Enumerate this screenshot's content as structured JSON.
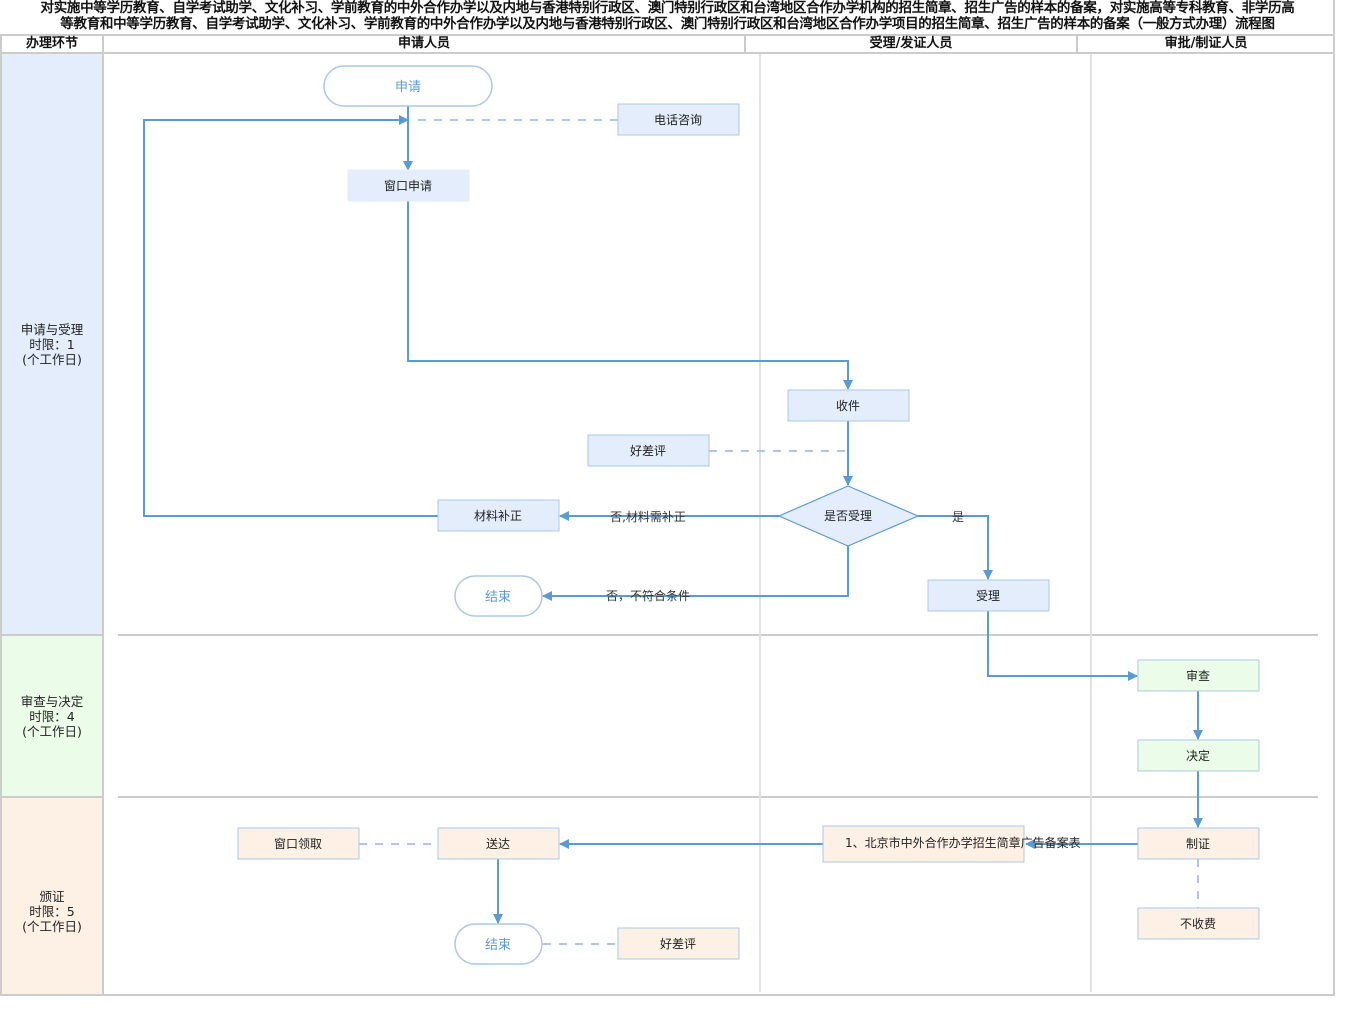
{
  "title": {
    "line1": "对实施中等学历教育、自学考试助学、文化补习、学前教育的中外合作办学以及内地与香港特别行政区、澳门特别行政区和台湾地区合作办学机构的招生简章、招生广告的样本的备案，对实施高等专科教育、非学历高",
    "line2": "等教育和中等学历教育、自学考试助学、文化补习、学前教育的中外合作办学以及内地与香港特别行政区、澳门特别行政区和台湾地区合作办学项目的招生简章、招生广告的样本的备案（一般方式办理）流程图"
  },
  "columns": {
    "stage": "办理环节",
    "applicant": "申请人员",
    "acceptor": "受理/发证人员",
    "approver": "审批/制证人员"
  },
  "lanes": [
    {
      "label": "申请与受理\n时限：1\n(个工作日)",
      "color": "#e3edfc"
    },
    {
      "label": "审查与决定\n时限：4\n(个工作日)",
      "color": "#ebfce8"
    },
    {
      "label": "颁证\n时限：5\n(个工作日)",
      "color": "#fdf1e6"
    }
  ],
  "colors": {
    "line": "#5b9bd5",
    "node_border": "#a9c8ea",
    "grid": "#cccccc"
  },
  "nodes": {
    "start": "申请",
    "phone_consult": "电话咨询",
    "window_apply": "窗口申请",
    "receive": "收件",
    "rating1": "好差评",
    "decision": "是否受理",
    "supplement": "材料补正",
    "end1": "结束",
    "accept": "受理",
    "review": "审查",
    "decide": "决定",
    "make_cert": "制证",
    "no_fee": "不收费",
    "form": "1、北京市中外合作办学招生简章广告备案表",
    "deliver": "送达",
    "window_pickup": "窗口领取",
    "end2": "结束",
    "rating2": "好差评"
  },
  "edges": {
    "no_supplement": "否,材料需补正",
    "no_unqualified": "否，不符合条件",
    "yes": "是"
  }
}
